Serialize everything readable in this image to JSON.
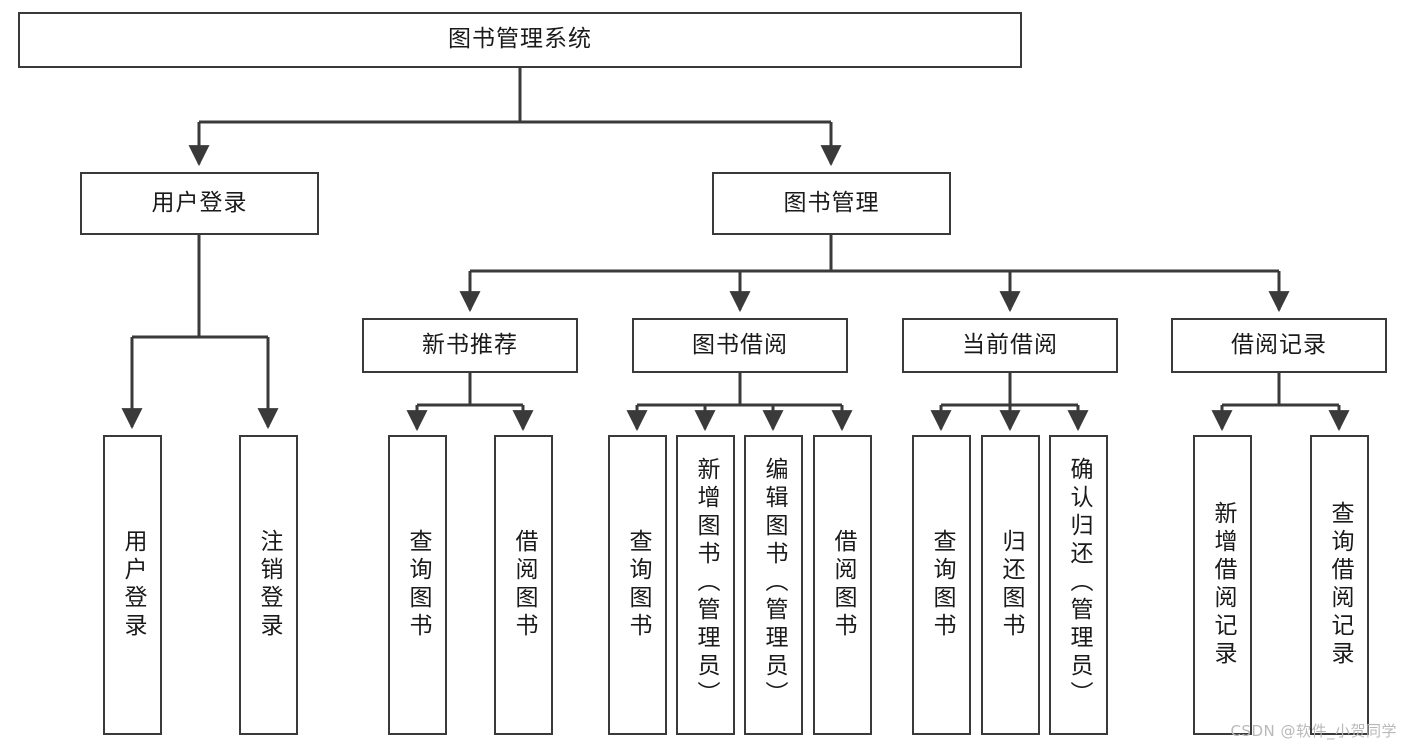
{
  "diagram": {
    "type": "tree-hierarchy",
    "root": {
      "label": "图书管理系统"
    },
    "level1": [
      {
        "label": "用户登录"
      },
      {
        "label": "图书管理"
      }
    ],
    "level2": [
      {
        "label": "新书推荐"
      },
      {
        "label": "图书借阅"
      },
      {
        "label": "当前借阅"
      },
      {
        "label": "借阅记录"
      }
    ],
    "leaves": {
      "user_login": [
        {
          "label": "用户登录"
        },
        {
          "label": "注销登录"
        }
      ],
      "new_book_recommend": [
        {
          "label": "查询图书"
        },
        {
          "label": "借阅图书"
        }
      ],
      "book_borrow": [
        {
          "label": "查询图书"
        },
        {
          "label": "新增图书（管理员）"
        },
        {
          "label": "编辑图书（管理员）"
        },
        {
          "label": "借阅图书"
        }
      ],
      "current_borrow": [
        {
          "label": "查询图书"
        },
        {
          "label": "归还图书"
        },
        {
          "label": "确认归还（管理员）"
        }
      ],
      "borrow_record": [
        {
          "label": "新增借阅记录"
        },
        {
          "label": "查询借阅记录"
        }
      ]
    },
    "colors": {
      "stroke": "#3a3a3a",
      "background": "#ffffff",
      "text": "#1a1a1a",
      "watermark": "#b9b9b9"
    }
  },
  "watermark": {
    "text": "CSDN @软件_小贺同学"
  }
}
